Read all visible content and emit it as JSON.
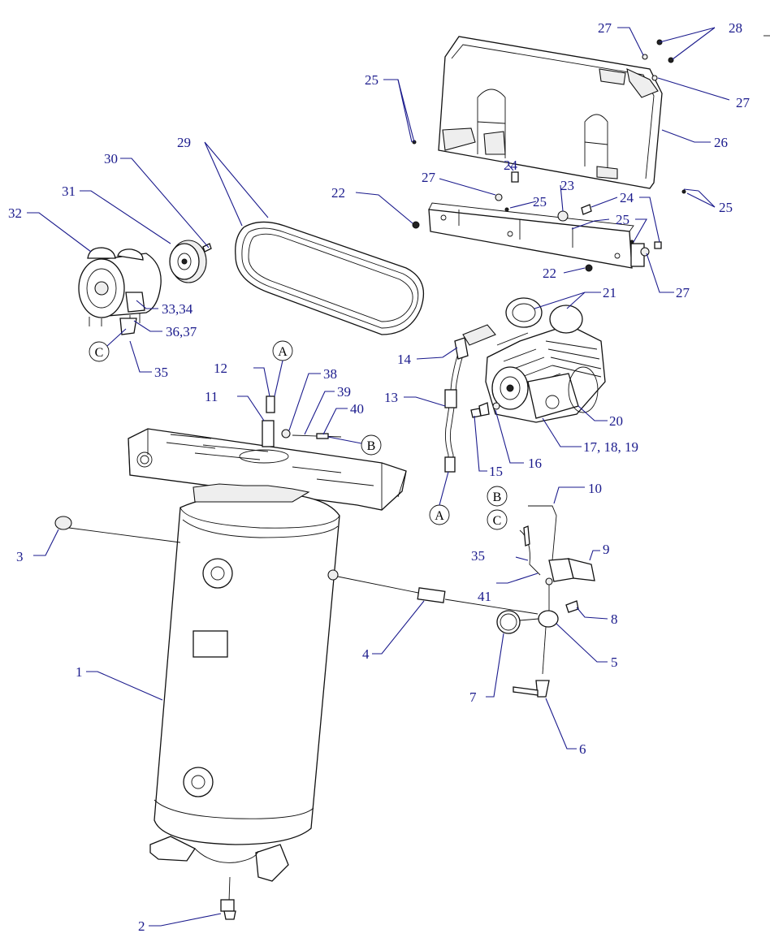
{
  "diagram": {
    "labels": {
      "p1": "1",
      "p2": "2",
      "p3": "3",
      "p4": "4",
      "p5": "5",
      "p6": "6",
      "p7": "7",
      "p8": "8",
      "p9": "9",
      "p10": "10",
      "p11": "11",
      "p12": "12",
      "p13": "13",
      "p14": "14",
      "p15": "15",
      "p16": "16",
      "p17": "17, 18, 19",
      "p20": "20",
      "p21": "21",
      "p22a": "22",
      "p22b": "22",
      "p23": "23",
      "p24a": "24",
      "p24b": "24",
      "p25a": "25",
      "p25b": "25",
      "p25c": "25",
      "p25d": "25",
      "p26": "26",
      "p27a": "27",
      "p27b": "27",
      "p27c": "27",
      "p27d": "27",
      "p28": "28",
      "p29": "29",
      "p30": "30",
      "p31": "31",
      "p32": "32",
      "p33": "33,34",
      "p35a": "35",
      "p35b": "35",
      "p36": "36,37",
      "p38": "38",
      "p39": "39",
      "p40": "40",
      "p41": "41"
    },
    "connectors": {
      "a_top": "A",
      "a_bottom": "A",
      "b_right": "B",
      "b_bottom": "B",
      "c_left": "C",
      "c_bottom": "C"
    }
  }
}
